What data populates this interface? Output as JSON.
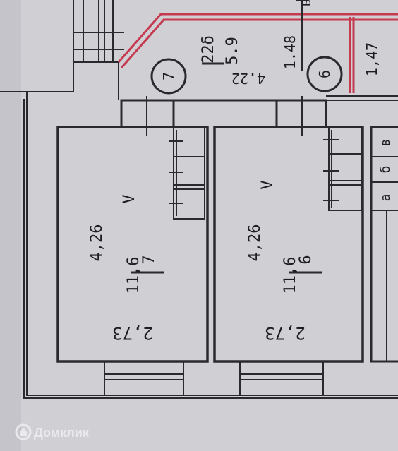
{
  "rooms": [
    {
      "id": "7",
      "number": "7",
      "area": "11,6",
      "length": "4,26",
      "width": "2,73",
      "tick": "V"
    },
    {
      "id": "6",
      "number": "6",
      "area": "11,6",
      "length": "4,26",
      "width": "2,73",
      "tick": "V"
    }
  ],
  "corridor": {
    "number": "22δ",
    "area": "5.9",
    "dim_rotated": "4.22",
    "dim_middle": "1.48",
    "dim_right": "1,47",
    "dim_top_partial": "Б"
  },
  "markers": [
    {
      "id": "7",
      "label": "7"
    },
    {
      "id": "6",
      "label": "6"
    }
  ],
  "cabinets": [
    {
      "id": "v",
      "label": "в"
    },
    {
      "id": "b",
      "label": "б"
    },
    {
      "id": "a",
      "label": "а"
    }
  ],
  "watermark": {
    "text": "Домклик"
  },
  "colors": {
    "paper": "#cfcfd4",
    "ink": "#2a2a2e",
    "red": "#c63a4f"
  }
}
